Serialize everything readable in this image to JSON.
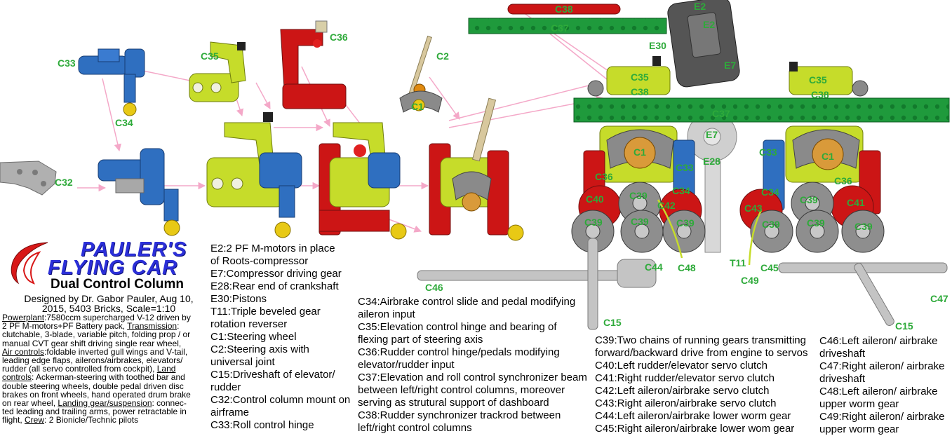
{
  "logo": {
    "title_line1": "PAULER'S",
    "title_line2": "FLYING CAR",
    "subtitle": "Dual Control Column"
  },
  "credits": [
    "Designed by Dr. Gabor Pauler, Aug 10,",
    "2015, 5403 Bricks, Scale=1:10"
  ],
  "specs": {
    "powerplant_h": "Powerplant",
    "powerplant_1": ":7580ccm supercharged V-12 driven by",
    "powerplant_2": "2 PF M-motors+PF Battery pack, ",
    "transmission_h": "Transmission",
    "transmission_tail": ":",
    "transmission_1": "clutchable, 3-blade, variable pitch, folding prop / or",
    "transmission_2": "manual CVT gear shift driving single rear wheel,",
    "air_h": "Air controls",
    "air_1": ":foldable inverted gull wings and V-tail,",
    "air_2": "leading edge flaps, ailerons/airbrakes, elevators/",
    "air_3": "rudder (all servo controlled from cockpit), ",
    "land_h1": "Land",
    "land_h2": "controls",
    "land_1": ": Ackerman-steering with toothed bar and",
    "land_2": "double steering wheels, double pedal driven disc",
    "land_3": "brakes on front wheels, hand operated drum brake",
    "land_4": "on rear wheel, ",
    "gear_h": "Landing gear/suspension",
    "gear_1": ": connec-",
    "gear_2": "ted leading and trailing arms, power retractable in",
    "gear_3": "flight, ",
    "crew_h": "Crew",
    "crew_1": ": 2 Bionicle/Technic pilots"
  },
  "desc_col1": [
    "E2:2 PF M-motors in place",
    "of Roots-compressor",
    "E7:Compressor driving gear",
    "E28:Rear end of crankshaft",
    "E30:Pistons",
    "T11:Triple beveled gear",
    "rotation reverser",
    "C1:Steering wheel",
    "C2:Steering axis with",
    "universal joint",
    "C15:Driveshaft of elevator/",
    "rudder",
    "C32:Control column mount on",
    "airframe",
    "C33:Roll control hinge"
  ],
  "desc_col2": [
    "C34:Airbrake control slide and pedal modifying",
    "aileron input",
    "C35:Elevation control hinge and bearing of",
    "flexing part of steering axis",
    "C36:Rudder control hinge/pedals modifying",
    "elevator/rudder input",
    "C37:Elevation and roll control synchronizer beam",
    "between left/right control columns, moreover",
    "serving as strutural support of dashboard",
    "C38:Rudder synchronizer trackrod between",
    "left/right control columns"
  ],
  "desc_col3": [
    "C39:Two chains of running gears transmitting",
    "forward/backward drive from engine to servos",
    "C40:Left rudder/elevator servo clutch",
    "C41:Right rudder/elevator servo clutch",
    "C42:Left aileron/airbrake servo clutch",
    "C43:Right aileron/airbrake servo clutch",
    "C44:Left aileron/airbrake lower worm gear",
    "C45:Right aileron/airbrake lower wom gear"
  ],
  "desc_col4": [
    "C46:Left aileron/ airbrake",
    "driveshaft",
    "C47:Right aileron/ airbrake",
    "driveshaft",
    "C48:Left aileron/ airbrake",
    "upper worm gear",
    "C49:Right aileron/ airbrake",
    "upper worm gear"
  ],
  "callouts": [
    {
      "id": "c33a",
      "text": "C33"
    },
    {
      "id": "c35a",
      "text": "C35"
    },
    {
      "id": "c36a",
      "text": "C36"
    },
    {
      "id": "c2",
      "text": "C2"
    },
    {
      "id": "c1a",
      "text": "C1"
    },
    {
      "id": "c34",
      "text": "C34"
    },
    {
      "id": "c32",
      "text": "C32"
    },
    {
      "id": "c38a",
      "text": "C38"
    },
    {
      "id": "c37a",
      "text": "C37"
    },
    {
      "id": "e2a",
      "text": "E2"
    },
    {
      "id": "e2b",
      "text": "E2"
    },
    {
      "id": "e30",
      "text": "E30"
    },
    {
      "id": "e7a",
      "text": "E7"
    },
    {
      "id": "c35b",
      "text": "C35"
    },
    {
      "id": "c35c",
      "text": "C35"
    },
    {
      "id": "c38b",
      "text": "C38"
    },
    {
      "id": "c38c",
      "text": "C38"
    },
    {
      "id": "c37b",
      "text": "C37"
    },
    {
      "id": "e7b",
      "text": "E7"
    },
    {
      "id": "c1b",
      "text": "C1"
    },
    {
      "id": "c1c",
      "text": "C1"
    },
    {
      "id": "c33b",
      "text": "C33"
    },
    {
      "id": "c33c",
      "text": "C33"
    },
    {
      "id": "e28",
      "text": "E28"
    },
    {
      "id": "c36b",
      "text": "C36"
    },
    {
      "id": "c36c",
      "text": "C36"
    },
    {
      "id": "c34b",
      "text": "C34"
    },
    {
      "id": "c34c",
      "text": "C34"
    },
    {
      "id": "c40",
      "text": "C40"
    },
    {
      "id": "c39a",
      "text": "C39"
    },
    {
      "id": "c42",
      "text": "C42"
    },
    {
      "id": "c43",
      "text": "C43"
    },
    {
      "id": "c39b",
      "text": "C39"
    },
    {
      "id": "c41",
      "text": "C41"
    },
    {
      "id": "c39c",
      "text": "C39"
    },
    {
      "id": "c39d",
      "text": "C39"
    },
    {
      "id": "c39e",
      "text": "C39"
    },
    {
      "id": "c39f",
      "text": "C39"
    },
    {
      "id": "c39g",
      "text": "C39"
    },
    {
      "id": "c39h",
      "text": "C39"
    },
    {
      "id": "c44",
      "text": "C44"
    },
    {
      "id": "c48",
      "text": "C48"
    },
    {
      "id": "t11",
      "text": "T11"
    },
    {
      "id": "c45",
      "text": "C45"
    },
    {
      "id": "c49",
      "text": "C49"
    },
    {
      "id": "c46",
      "text": "C46"
    },
    {
      "id": "c47",
      "text": "C47"
    },
    {
      "id": "c15a",
      "text": "C15"
    },
    {
      "id": "c15b",
      "text": "C15"
    }
  ],
  "colors": {
    "label_green": "#2eaa3a",
    "lime": "#c6dc2a",
    "blue": "#2f6fc0",
    "red": "#cc1515",
    "beam_green": "#1f9a3c",
    "gray": "#a8a8a8",
    "title_blue": "#2b2fd8",
    "arrow_pink": "#f4a8c8"
  }
}
